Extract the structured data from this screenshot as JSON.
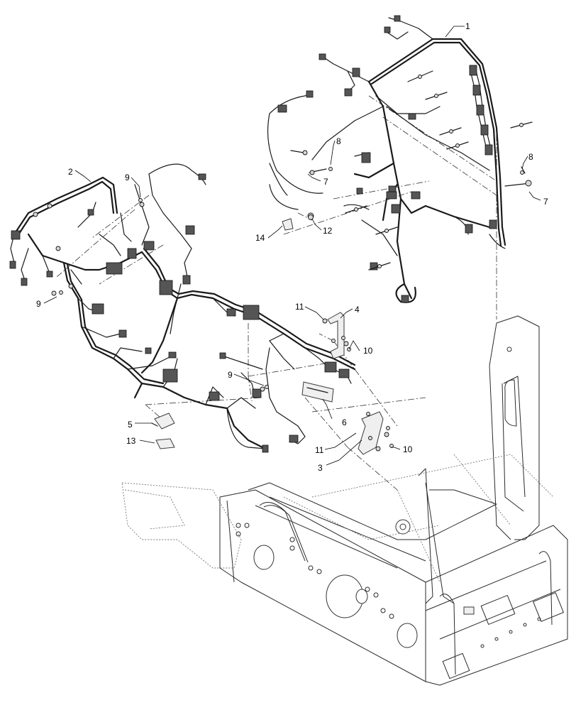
{
  "callouts": [
    {
      "id": "1",
      "label": "1"
    },
    {
      "id": "2",
      "label": "2"
    },
    {
      "id": "3",
      "label": "3"
    },
    {
      "id": "4",
      "label": "4"
    },
    {
      "id": "5",
      "label": "5"
    },
    {
      "id": "6",
      "label": "6"
    },
    {
      "id": "7a",
      "label": "7"
    },
    {
      "id": "7b",
      "label": "7"
    },
    {
      "id": "8a",
      "label": "8"
    },
    {
      "id": "8b",
      "label": "8"
    },
    {
      "id": "9a",
      "label": "9"
    },
    {
      "id": "9b",
      "label": "9"
    },
    {
      "id": "9c",
      "label": "9"
    },
    {
      "id": "10a",
      "label": "10"
    },
    {
      "id": "10b",
      "label": "10"
    },
    {
      "id": "11a",
      "label": "11"
    },
    {
      "id": "11b",
      "label": "11"
    },
    {
      "id": "12",
      "label": "12"
    },
    {
      "id": "13",
      "label": "13"
    },
    {
      "id": "14",
      "label": "14"
    }
  ]
}
